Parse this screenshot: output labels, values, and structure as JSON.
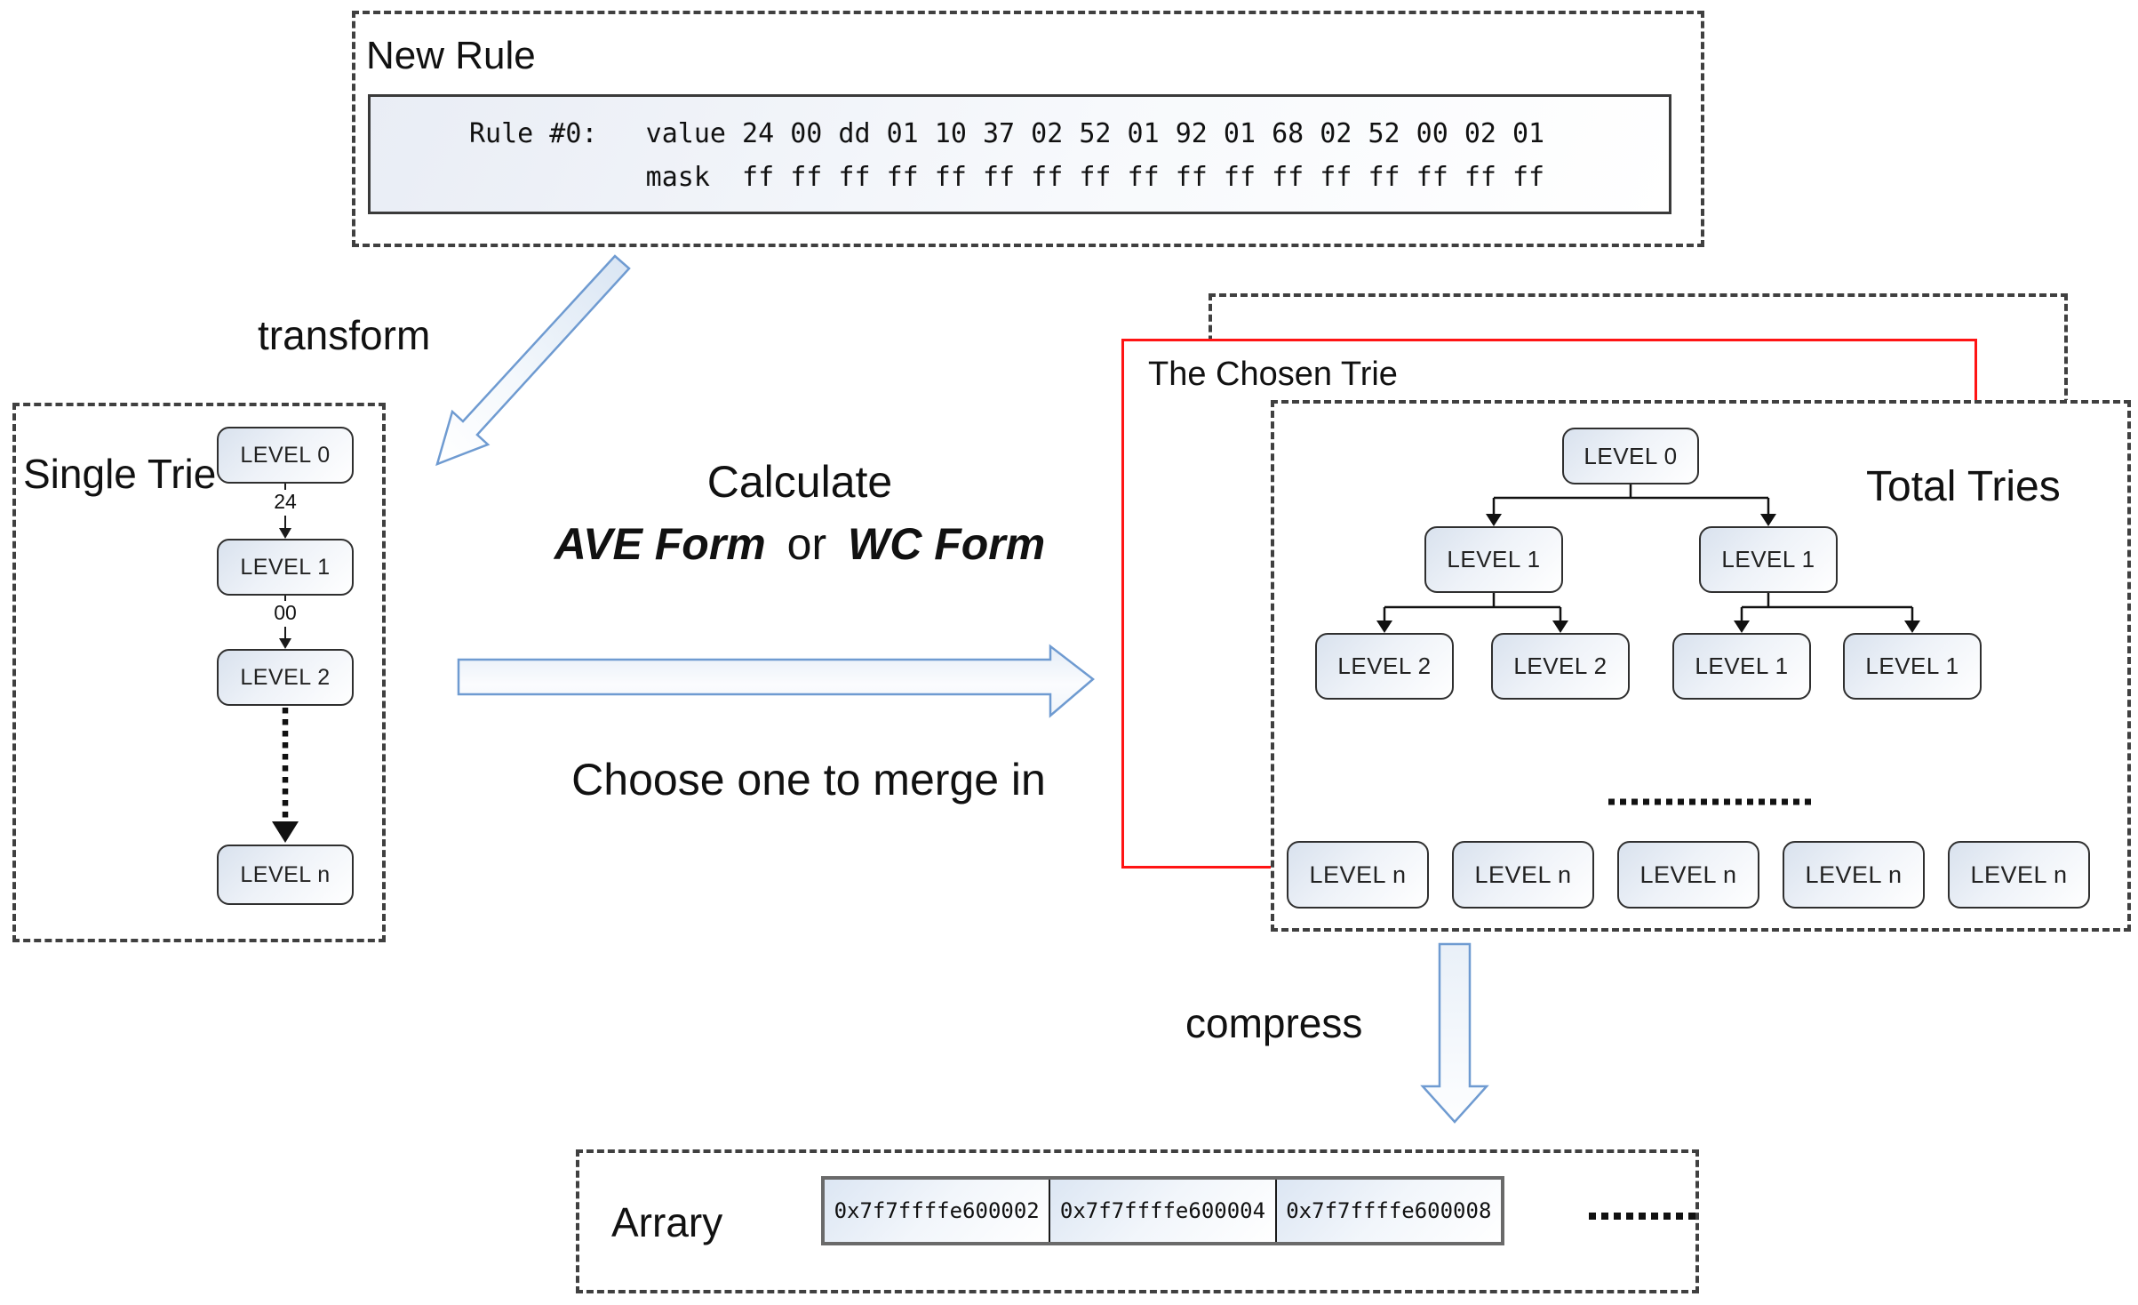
{
  "diagram": {
    "new_rule": {
      "title": "New Rule",
      "rule_line": "Rule #0:   value 24 00 dd 01 10 37 02 52 01 92 01 68 02 52 00 02 01",
      "mask_line": "           mask  ff ff ff ff ff ff ff ff ff ff ff ff ff ff ff ff ff"
    },
    "flow_labels": {
      "transform": "transform",
      "calculate": "Calculate",
      "ave_form": "AVE Form",
      "or": "or",
      "wc_form": "WC Form",
      "choose": "Choose one to merge in",
      "compress": "compress"
    },
    "single_trie": {
      "title": "Single Trie",
      "levels": [
        "LEVEL 0",
        "LEVEL 1",
        "LEVEL 2",
        "LEVEL n"
      ],
      "edge_labels": [
        "24",
        "00"
      ]
    },
    "chosen_trie": {
      "title": "The Chosen Trie"
    },
    "total_tries": {
      "title": "Total Tries",
      "root": "LEVEL 0",
      "level1": [
        "LEVEL 1",
        "LEVEL 1"
      ],
      "level2": [
        "LEVEL 2",
        "LEVEL 2",
        "LEVEL 1",
        "LEVEL 1"
      ],
      "level_n": [
        "LEVEL n",
        "LEVEL n",
        "LEVEL n",
        "LEVEL n",
        "LEVEL n"
      ]
    },
    "array": {
      "title": "Arrary",
      "cells": [
        "0x7f7ffffe600002",
        "0x7f7ffffe600004",
        "0x7f7ffffe600008"
      ]
    },
    "colors": {
      "arrow_blue": "#6f9bd1",
      "highlight_red": "#ff1414",
      "dash_gray": "#404040"
    }
  }
}
